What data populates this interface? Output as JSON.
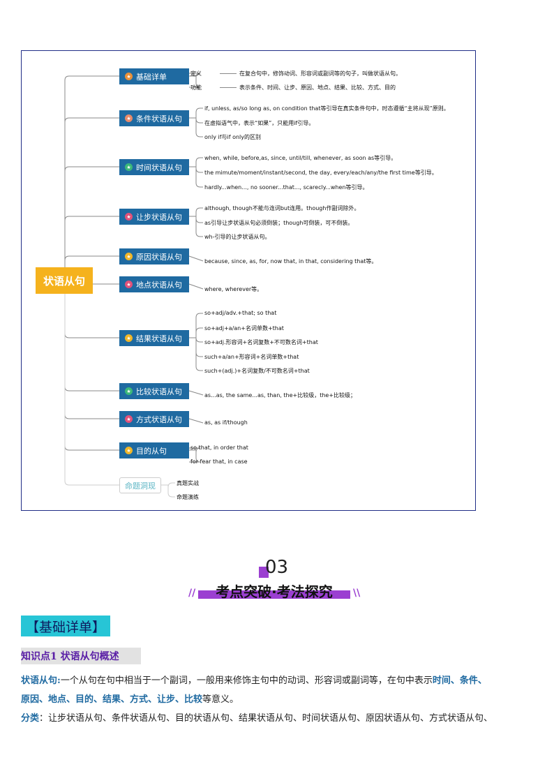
{
  "mindmap": {
    "root": "状语从句",
    "branches": [
      {
        "label": "基础详单",
        "badge_color": "#e8913a",
        "leaves": [
          {
            "key": "定义",
            "text": "在复合句中，修饰动词、形容词或副词等的句子，叫做状语从句。"
          },
          {
            "key": "功能",
            "text": "表示条件、时间、让步、原因、地点、结果、比较、方式、目的"
          }
        ]
      },
      {
        "label": "条件状语从句",
        "badge_color": "#e88a6a",
        "leaves": [
          {
            "text": "if, unless, as/so long as, on condition that等引导在真实条件句中，时态遵循“主将从现”原则。"
          },
          {
            "text": "在虚拟语气中，表示“如果”，只能用if引导。"
          },
          {
            "text": "only if与if only的区别"
          }
        ]
      },
      {
        "label": "时间状语从句",
        "badge_color": "#3cb87a",
        "leaves": [
          {
            "text": "when, while, before,as, since, until/till, whenever, as soon as等引导。"
          },
          {
            "text": "the mimute/moment/instant/second, the day, every/each/any/the first time等引导。"
          },
          {
            "text": "hardly...when..., no sooner...that..., scarecly...when等引导。"
          }
        ]
      },
      {
        "label": "让步状语从句",
        "badge_color": "#e2527a",
        "leaves": [
          {
            "text": "although, though不能与连词but连用。though作副词除外。"
          },
          {
            "text": "as引导让步状语从句必须倒装；though可倒装，可不倒装。"
          },
          {
            "text": "wh-引导的让步状语从句。"
          }
        ]
      },
      {
        "label": "原因状语从句",
        "badge_color": "#f0b629",
        "leaves": [
          {
            "text": "because, since, as, for, now that, in that, considering that等。"
          }
        ]
      },
      {
        "label": "地点状语从句",
        "badge_color": "#e2527a",
        "leaves": [
          {
            "text": "where, wherever等。"
          }
        ]
      },
      {
        "label": "结果状语从句",
        "badge_color": "#f0b629",
        "leaves": [
          {
            "text": "so+adj/adv.+that; so that"
          },
          {
            "text": "so+adj+a/an+名词单数+that"
          },
          {
            "text": "so+adj.形容词+名词复数+不可数名词+that"
          },
          {
            "text": "such+a/an+形容词+名词单数+that"
          },
          {
            "text": "such+(adj.)+名词复数/不可数名词+that"
          }
        ]
      },
      {
        "label": "比较状语从句",
        "badge_color": "#3cb87a",
        "leaves": [
          {
            "text": "as...as, the same...as, than, the+比较级，the+比较级；"
          }
        ]
      },
      {
        "label": "方式状语从句",
        "badge_color": "#e2527a",
        "leaves": [
          {
            "text": "as, as if/though"
          }
        ]
      },
      {
        "label": "目的从句",
        "badge_color": "#f0b629",
        "leaves": [
          {
            "text": "so that, in order that"
          },
          {
            "text": "for fear that, in case"
          }
        ]
      },
      {
        "label": "命题洞现",
        "badge_color": "",
        "leaves": [
          {
            "text": "真题实战"
          },
          {
            "text": "命题演练"
          }
        ]
      }
    ]
  },
  "section": {
    "number": "03",
    "title": "考点突破·考法探究",
    "deco_left": "//",
    "deco_right": "\\\\"
  },
  "header_box": "【基础详单】",
  "knowledge_point": "知识点1   状语从句概述",
  "para1": {
    "label": "状语从句:",
    "text1": "一个从句在句中相当于一个副词，一般用来修饰主句中的动词、形容词或副词等，在句中表示",
    "hl1": "时间、条件、",
    "hl2": "原因、地点、目的、结果、方式、让步、比较",
    "text2": "等意义。"
  },
  "para2": {
    "label": "分类",
    "text": "：让步状语从句、条件状语从句、目的状语从句、结果状语从句、时间状语从句、原因状语从句、方式状语从句、"
  }
}
